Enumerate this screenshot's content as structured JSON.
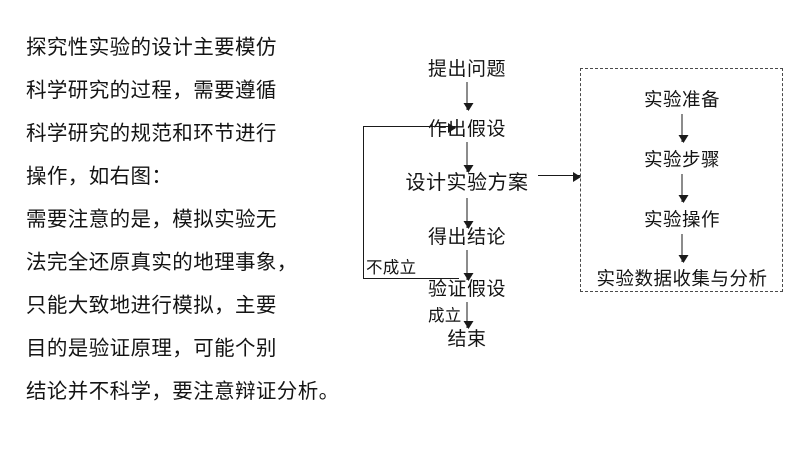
{
  "document": {
    "title": "探究性实验的设计流程图",
    "background_color": "#ffffff",
    "ink_color": "#141414"
  },
  "prose": {
    "lines": [
      "探究性实验的设计主要模仿",
      "科学研究的过程，需要遵循",
      "科学研究的规范和环节进行",
      "操作，如右图：",
      "需要注意的是，模拟实验无",
      "法完全还原真实的地理事象，",
      "只能大致地进行模拟，主要",
      "目的是验证原理，可能个别",
      "结论并不科学，要注意辩证分析。"
    ]
  },
  "flowchart": {
    "nodes": [
      {
        "id": "node-1",
        "label": "提出问题"
      },
      {
        "id": "node-2",
        "label": "作出假设"
      },
      {
        "id": "node-3",
        "label": "设计实验方案"
      },
      {
        "id": "node-4",
        "label": "得出结论"
      },
      {
        "id": "node-5",
        "label": "验证假设"
      },
      {
        "id": "node-6",
        "label": "结束"
      }
    ],
    "edge_labels": {
      "fail": "不成立",
      "pass": "成立"
    }
  },
  "subprocess": {
    "border_style": "dashed",
    "border_color": "#4a4a4a",
    "nodes": [
      {
        "id": "sub-1",
        "label": "实验准备"
      },
      {
        "id": "sub-2",
        "label": "实验步骤"
      },
      {
        "id": "sub-3",
        "label": "实验操作"
      },
      {
        "id": "sub-4",
        "label": "实验数据收集与分析"
      }
    ]
  }
}
